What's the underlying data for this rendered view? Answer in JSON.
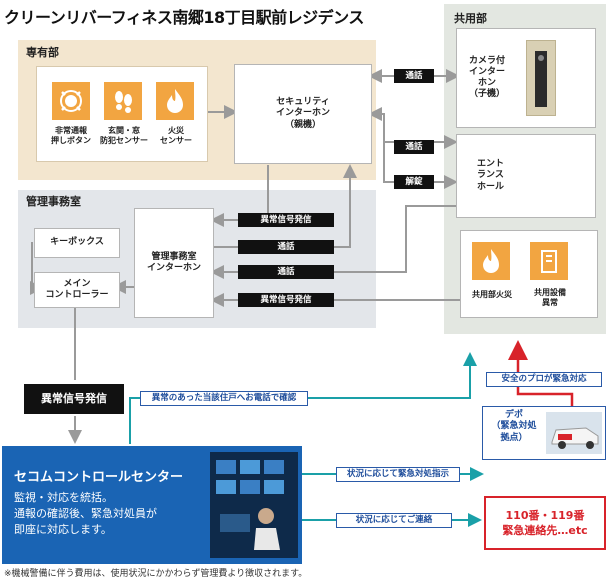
{
  "title": "クリーンリバーフィネス南郷18丁目駅前レジデンス",
  "zones": {
    "private": "専有部",
    "common": "共用部",
    "management": "管理事務室"
  },
  "private_icons": [
    {
      "icon": "emergency-alarm-icon",
      "label": "非常通報\n押しボタン"
    },
    {
      "icon": "door-window-sensor-icon",
      "label": "玄関・窓\n防犯センサー"
    },
    {
      "icon": "fire-icon",
      "label": "火災\nセンサー"
    }
  ],
  "security_intercom": "セキュリティ\nインターホン\n（親機）",
  "camera_intercom": "カメラ付\nインター\nホン\n（子機）",
  "entrance_hall": "エント\nランス\nホール",
  "common_icons": [
    {
      "icon": "fire-icon",
      "label": "共用部火災"
    },
    {
      "icon": "equipment-fault-icon",
      "label": "共用設備\n異常"
    }
  ],
  "key_box": "キーボックス",
  "main_controller": "メイン\nコントローラー",
  "management_intercom": "管理事務室\nインターホン",
  "tags": {
    "call1": "通話",
    "call2": "通話",
    "unlock": "解錠",
    "alarm1": "異常信号発信",
    "call3": "通話",
    "call4": "通話",
    "alarm2": "異常信号発信",
    "alarm_main": "異常信号発信"
  },
  "blue_labels": {
    "phone_confirm": "異常のあった当該住戸へお電話で確認",
    "dispatch_order": "状況に応じて緊急対処指示",
    "contact": "状況に応じてご連絡",
    "pro_dispatch": "安全のプロが緊急対応"
  },
  "depot": "デポ\n（緊急対処\n拠点）",
  "center": {
    "title": "セコムコントロールセンター",
    "desc": "監視・対応を統括。\n通報の確認後、緊急対処員が\n即座に対応します。"
  },
  "emergency": "110番・119番\n緊急連絡先…etc",
  "footnote": "※機械警備に伴う費用は、使用状況にかかわらず管理費より徴収されます。",
  "colors": {
    "private_bg": "#f3e6cf",
    "management_bg": "#e3e6ea",
    "common_bg": "#e3e7e1",
    "icon_orange": "#f2a541",
    "center_blue": "#1a64b4",
    "emergency_red": "#d8232a",
    "arrow_teal": "#1aa0a8"
  }
}
